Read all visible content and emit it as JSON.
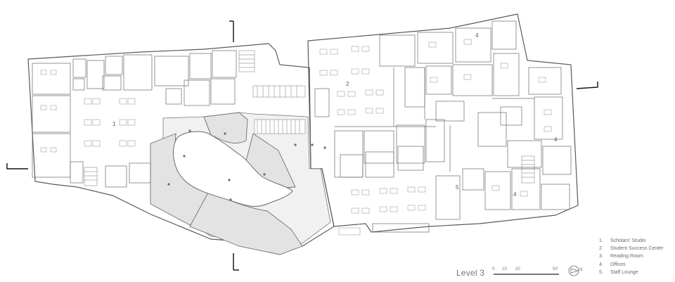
{
  "title": "Level 3",
  "legend": [
    {
      "num": "1.",
      "label": "Scholars' Studio"
    },
    {
      "num": "2.",
      "label": "Student Success Center"
    },
    {
      "num": "3.",
      "label": "Reading Room"
    },
    {
      "num": "4.",
      "label": "Offices"
    },
    {
      "num": "5.",
      "label": "Staff Lounge"
    }
  ],
  "scale_ticks": [
    "0",
    "10",
    "20",
    "50'"
  ],
  "north_label": "N",
  "room_labels": {
    "scholars_studio": "1",
    "student_success_center": "2",
    "offices_a": "4",
    "offices_b": "4",
    "offices_c": "4",
    "staff_lounge": "5"
  },
  "colors": {
    "line": "#5a5a5a",
    "fill_grey": "#e3e3e3",
    "fill_light": "#ededed",
    "text": "#6b6b6b"
  }
}
